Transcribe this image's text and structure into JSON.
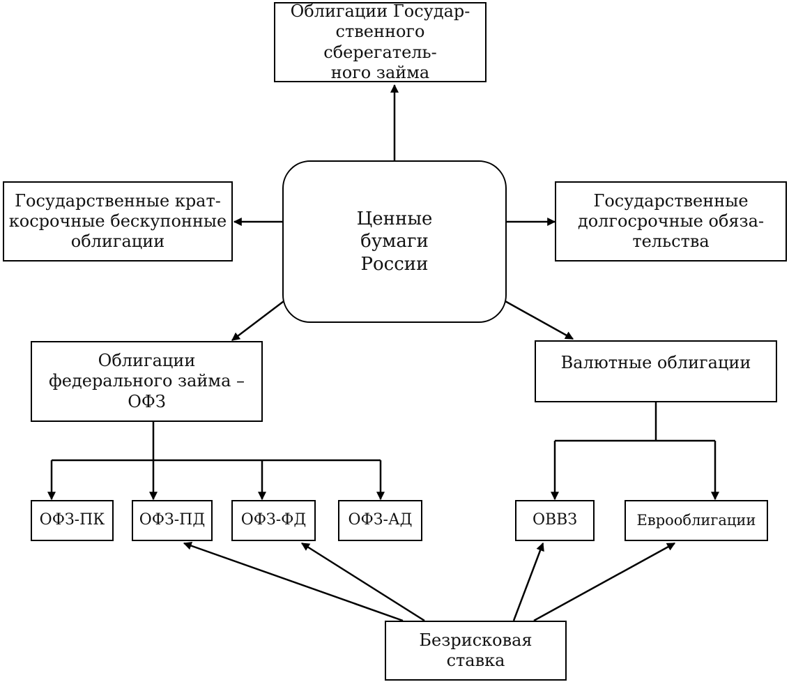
{
  "nodes": {
    "center": "Ценные\nбумаги\nРоссии",
    "sber": "Облигации Государ-\nственного сберегатель-\nного займа",
    "gko": "Государственные крат-\nкосрочные бескупонные\nоблигации",
    "gdo": "Государственные\nдолгосрочные обяза-\nтельства",
    "ofz": "Облигации\nфедерального займа –\nОФЗ",
    "valut": "Валютные облигации",
    "ofz_pk": "ОФЗ-ПК",
    "ofz_pd": "ОФЗ-ПД",
    "ofz_fd": "ОФЗ-ФД",
    "ofz_ad": "ОФЗ-АД",
    "ovvz": "ОВВЗ",
    "euro": "Еврооблигации",
    "riskfree": "Безрисковая\nставка"
  }
}
